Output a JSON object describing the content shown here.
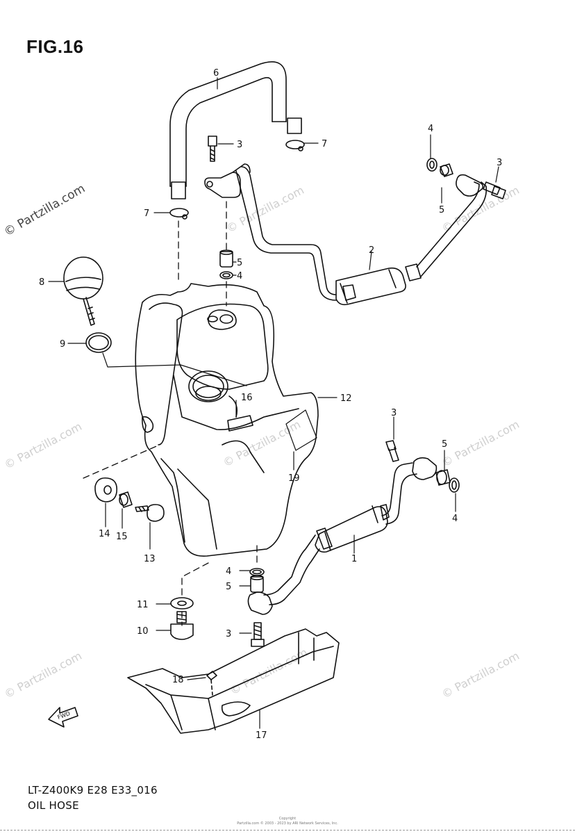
{
  "figure": {
    "title": "FIG.16",
    "model_code": "LT-Z400K9 E28 E33_016",
    "caption": "OIL HOSE",
    "fwd_label": "FWD"
  },
  "watermark": "© Partzilla.com",
  "copyright": {
    "line1": "Copyright",
    "line2": "Partzilla.com © 2003 - 2023 by ARI Network Services, Inc."
  },
  "callouts": [
    {
      "id": "c6a",
      "label": "6"
    },
    {
      "id": "c3a",
      "label": "3"
    },
    {
      "id": "c7a",
      "label": "7"
    },
    {
      "id": "c4a",
      "label": "4"
    },
    {
      "id": "c3b",
      "label": "3"
    },
    {
      "id": "c5a",
      "label": "5"
    },
    {
      "id": "c7b",
      "label": "7"
    },
    {
      "id": "c2",
      "label": "2"
    },
    {
      "id": "c5b",
      "label": "5"
    },
    {
      "id": "c4b",
      "label": "4"
    },
    {
      "id": "c8",
      "label": "8"
    },
    {
      "id": "c9",
      "label": "9"
    },
    {
      "id": "c12",
      "label": "12"
    },
    {
      "id": "c16",
      "label": "16"
    },
    {
      "id": "c3c",
      "label": "3"
    },
    {
      "id": "c5c",
      "label": "5"
    },
    {
      "id": "c19",
      "label": "19"
    },
    {
      "id": "c4c",
      "label": "4"
    },
    {
      "id": "c14",
      "label": "14"
    },
    {
      "id": "c15",
      "label": "15"
    },
    {
      "id": "c13",
      "label": "13"
    },
    {
      "id": "c1",
      "label": "1"
    },
    {
      "id": "c4d",
      "label": "4"
    },
    {
      "id": "c5d",
      "label": "5"
    },
    {
      "id": "c11",
      "label": "11"
    },
    {
      "id": "c10",
      "label": "10"
    },
    {
      "id": "c3d",
      "label": "3"
    },
    {
      "id": "c18",
      "label": "18"
    },
    {
      "id": "c17",
      "label": "17"
    }
  ]
}
